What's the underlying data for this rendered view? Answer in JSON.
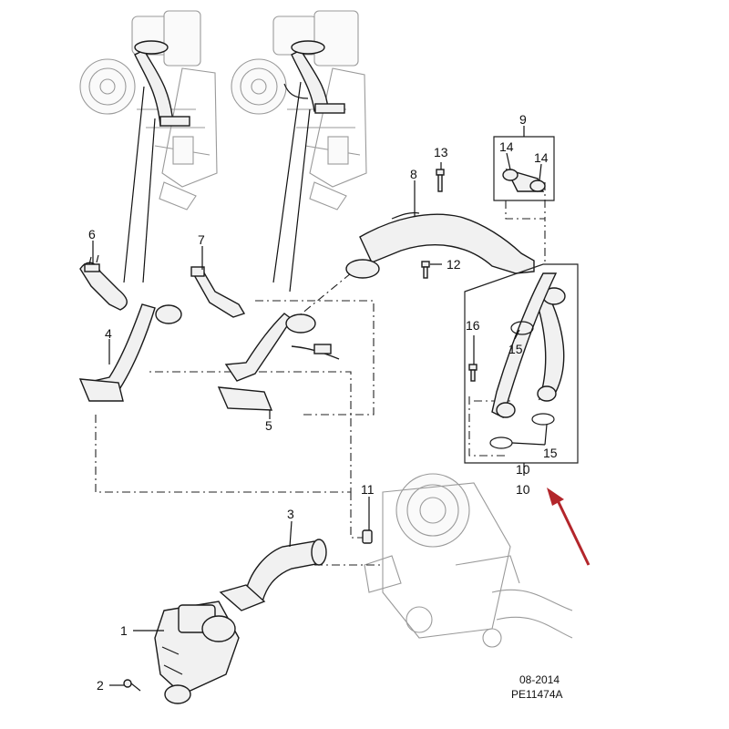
{
  "callouts": {
    "c1": "1",
    "c2": "2",
    "c3": "3",
    "c4": "4",
    "c5": "5",
    "c6": "6",
    "c7": "7",
    "c8": "8",
    "c9": "9",
    "c10a": "10",
    "c10b": "10",
    "c11": "11",
    "c12": "12",
    "c13": "13",
    "c14a": "14",
    "c14b": "14",
    "c15a": "15",
    "c15b": "15",
    "c16": "16"
  },
  "footer": {
    "date": "08-2014",
    "ref": "PE11474A"
  },
  "colors": {
    "arrow": "#b3262b",
    "line": "#1a1a1a",
    "ghost": "#9a9a9a"
  }
}
